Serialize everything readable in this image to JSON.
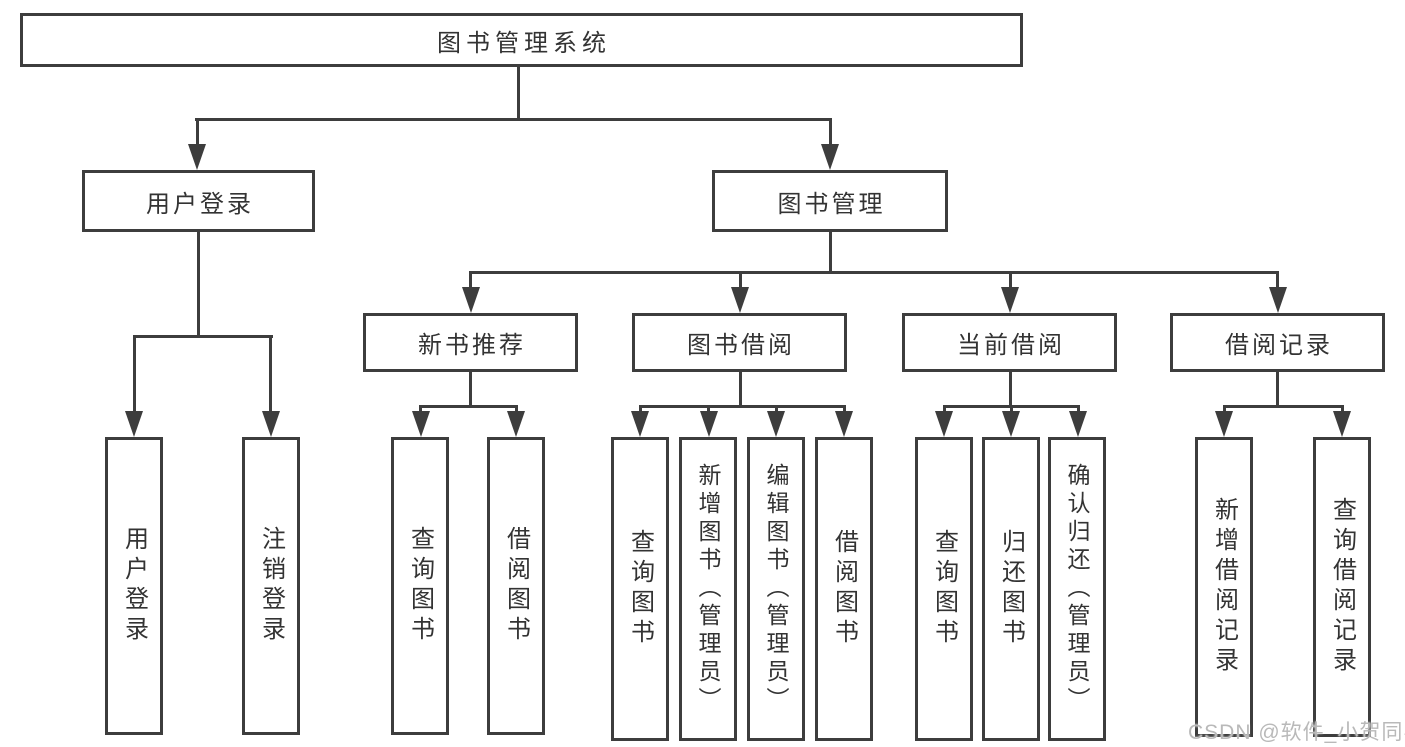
{
  "diagram": {
    "root": {
      "label": "图书管理系统"
    },
    "level2": [
      {
        "label": "用户登录",
        "children": [
          {
            "label": "用户登录"
          },
          {
            "label": "注销登录"
          }
        ]
      },
      {
        "label": "图书管理",
        "children": [
          {
            "label": "新书推荐",
            "children": [
              {
                "label": "查询图书"
              },
              {
                "label": "借阅图书"
              }
            ]
          },
          {
            "label": "图书借阅",
            "children": [
              {
                "label": "查询图书"
              },
              {
                "label": "新增图书（管理员）"
              },
              {
                "label": "编辑图书（管理员）"
              },
              {
                "label": "借阅图书"
              }
            ]
          },
          {
            "label": "当前借阅",
            "children": [
              {
                "label": "查询图书"
              },
              {
                "label": "归还图书"
              },
              {
                "label": "确认归还（管理员）"
              }
            ]
          },
          {
            "label": "借阅记录",
            "children": [
              {
                "label": "新增借阅记录"
              },
              {
                "label": "查询借阅记录"
              }
            ]
          }
        ]
      }
    ]
  },
  "watermark": {
    "text": "CSDN @软件_小贺同学"
  },
  "colors": {
    "line": "#3d3d3d",
    "text": "#333333",
    "watermark": "#b9b9b9",
    "background": "#ffffff"
  }
}
